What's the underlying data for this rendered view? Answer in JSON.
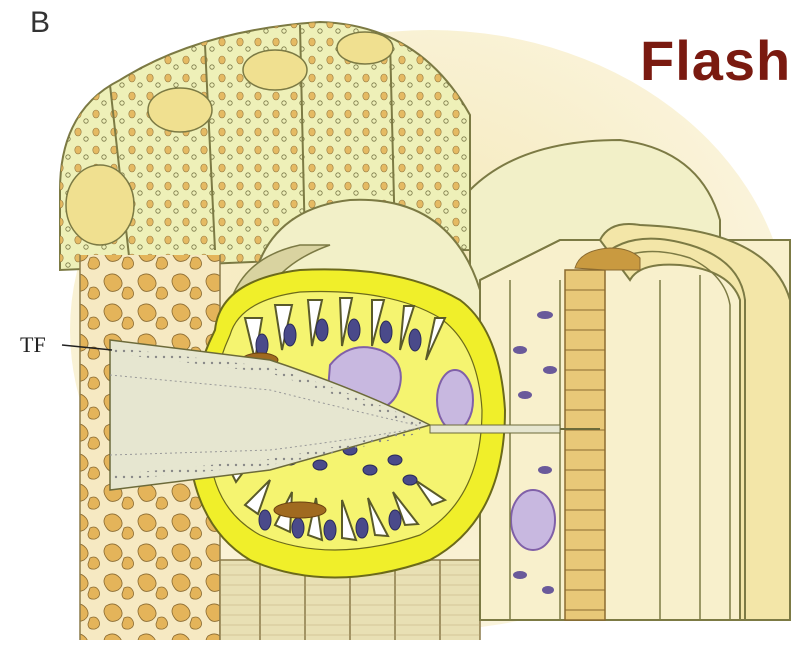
{
  "figure": {
    "panel_letter": "B",
    "headline": "Flash",
    "labels": {
      "tf": "TF"
    }
  },
  "colors": {
    "epithelium": "#eef0b8",
    "granule": "#e4b45a",
    "cell_outline": "#7c7a44",
    "dome": "#f2f0c8",
    "plug": "#f0ef2a",
    "mitochondria": "#4a4a8a",
    "nucleus": "#c8b8e0",
    "filament": "#d8d8d8",
    "tissue_bg": "#f6e9c2",
    "tube": "#e8c878",
    "title": "#7a1a10"
  }
}
